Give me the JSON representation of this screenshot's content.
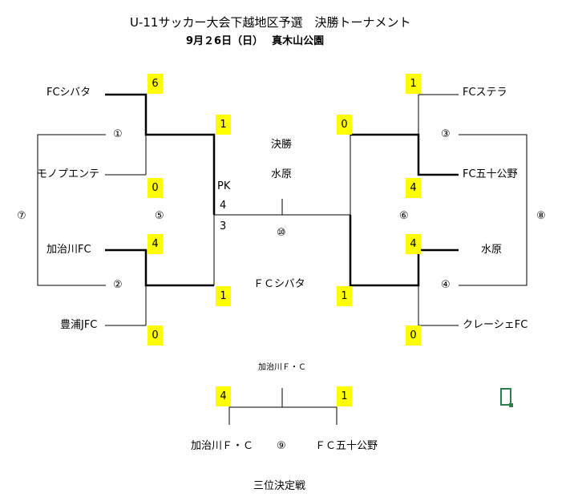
{
  "title": "U-11サッカー大会下越地区予選　決勝トーナメント",
  "subtitle": "9月２6日（日）　 真木山公園",
  "teams": {
    "left_top": "FCシバタ",
    "left_2": "モノプエンテ",
    "left_3": "加治川FC",
    "left_bottom": "豊浦JFC",
    "right_top": "FCステラ",
    "right_2": "FC五十公野",
    "right_3": "水原",
    "right_bottom": "クレーシェFC"
  },
  "match_numbers": {
    "m1": "①",
    "m2": "②",
    "m3": "③",
    "m4": "④",
    "m5": "⑤",
    "m6": "⑥",
    "m7": "⑦",
    "m8": "⑧",
    "m9": "⑨",
    "m10": "⑩"
  },
  "scores": {
    "r1_left_top": "6",
    "r1_left_2": "0",
    "r1_left_3": "4",
    "r1_left_bottom": "0",
    "r1_right_top": "1",
    "r1_right_2": "4",
    "r1_right_3": "4",
    "r1_right_bottom": "0",
    "sf_left_top": "1",
    "sf_left_bottom": "1",
    "sf_right_top": "0",
    "sf_right_bottom": "1",
    "third_left": "4",
    "third_right": "1"
  },
  "final": {
    "label": "決勝",
    "team_top": "水原",
    "team_bottom": "ＦＣシバタ",
    "pk_label": "PK",
    "pk_top": "4",
    "pk_bottom": "3"
  },
  "third_place": {
    "winner": "加治川Ｆ・Ｃ",
    "team_left": "加治川Ｆ・Ｃ",
    "team_right": "ＦＣ五十公野",
    "label": "三位決定戦"
  }
}
